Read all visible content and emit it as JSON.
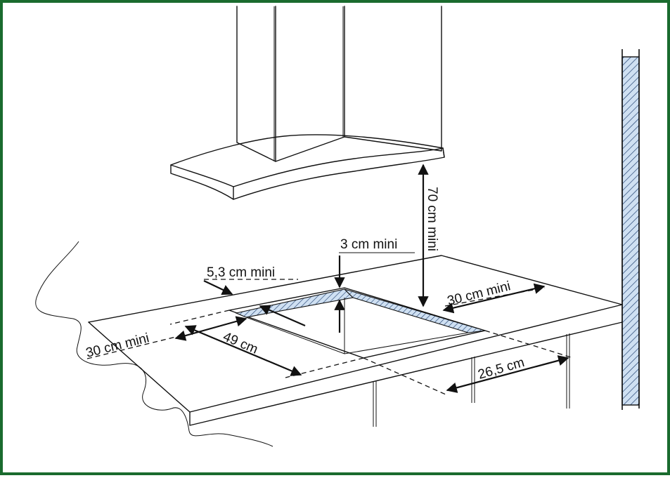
{
  "dimensions": {
    "hood_height": "70 cm mini",
    "front_gap": "3 cm mini",
    "side_margin": "5,3 cm mini",
    "right_clearance": "30 cm mini",
    "left_clearance": "30 cm mini",
    "cutout_depth": "49 cm",
    "cutout_offset": "26,5 cm"
  },
  "colors": {
    "frame": "#1a6b2e",
    "hatch_fill": "#cfe0f2",
    "hatch_line": "#1a3a6b"
  },
  "icons": [
    "range-hood-icon",
    "wall-section-icon",
    "worktop-icon"
  ]
}
